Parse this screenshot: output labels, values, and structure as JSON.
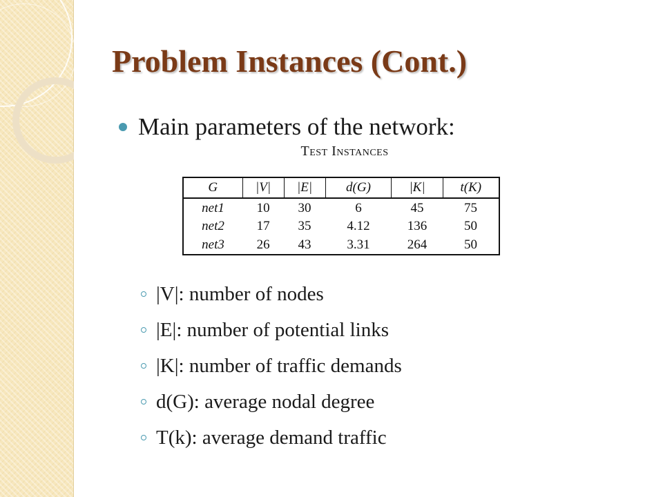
{
  "slide": {
    "title": "Problem Instances (Cont.)",
    "bullet": "Main parameters of the network:",
    "table_caption": "Test Instances",
    "table": {
      "headers": [
        "G",
        "|V|",
        "|E|",
        "d(G)",
        "|K|",
        "t(K)"
      ],
      "rows": [
        [
          "net1",
          "10",
          "30",
          "6",
          "45",
          "75"
        ],
        [
          "net2",
          "17",
          "35",
          "4.12",
          "136",
          "50"
        ],
        [
          "net3",
          "26",
          "43",
          "3.31",
          "264",
          "50"
        ]
      ]
    },
    "sub_items": [
      "|V|: number of nodes",
      "|E|: number of potential links",
      "|K|: number of traffic demands",
      "d(G): average nodal degree",
      "T(k): average demand traffic"
    ]
  },
  "colors": {
    "title": "#7a3a17",
    "bullet": "#4a9ab0",
    "side_band": "#f7e7bd"
  }
}
